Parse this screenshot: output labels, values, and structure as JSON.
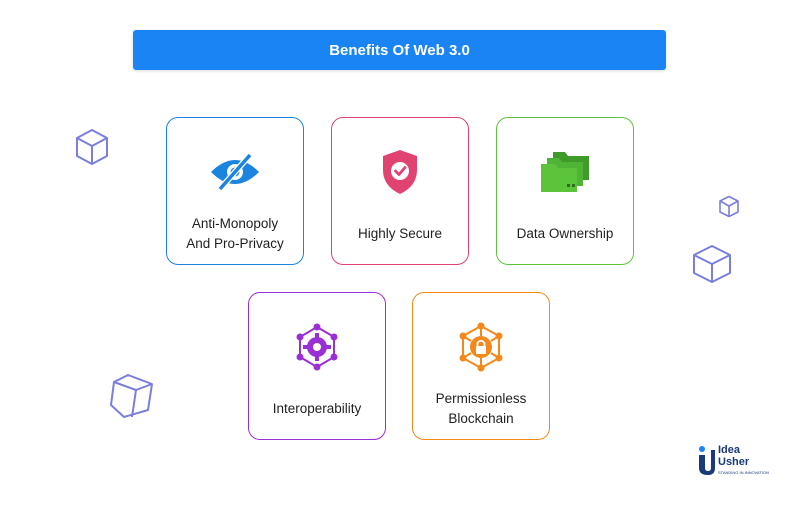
{
  "header": {
    "title": "Benefits Of Web 3.0"
  },
  "cards": [
    {
      "label": "Anti-Monopoly\nAnd Pro-Privacy",
      "color": "#1a84e0",
      "icon": "eye-slash-icon"
    },
    {
      "label": "Highly Secure",
      "color": "#e0436f",
      "icon": "shield-check-icon"
    },
    {
      "label": "Data Ownership",
      "color": "#5cc43a",
      "icon": "folders-icon"
    },
    {
      "label": "Interoperability",
      "color": "#9b2fd6",
      "icon": "gear-network-icon"
    },
    {
      "label": "Permissionless\nBlockchain",
      "color": "#f2891a",
      "icon": "lock-network-icon"
    }
  ],
  "logo": {
    "line1": "Idea",
    "line2": "Usher",
    "tagline": "STANDING IN INNOVATION"
  },
  "colors": {
    "banner": "#1a84f5",
    "cube": "#7b7fdc"
  }
}
